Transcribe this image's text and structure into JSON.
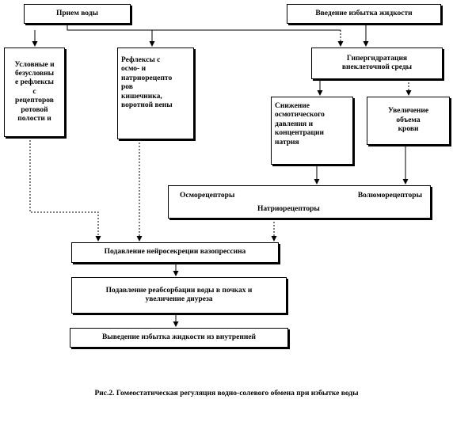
{
  "boxes": {
    "water_intake": "Прием воды",
    "excess_fluid_in": "Введение избытка жидкости",
    "reflexes_oral": "Условные и\nбезусловны\nе рефлексы\nс\nрецепторов\nротовой\nполости и",
    "reflexes_osmo": "Рефлексы с\nосмо- и\nнатриорецепто\nров\nкишечника,\nворотной вены",
    "hyperhydration": "Гипергидратация\nвнеклеточной среды",
    "osmo_decrease": "Снижение\nосмотического\nдавления и\nконцентрации\nнатрия",
    "blood_volume": "Увеличение\nобъема\nкрови",
    "receptors_osmo": "Осморецепторы",
    "receptors_volume": "Волюморецепторы",
    "receptors_natrium": "Натриорецепторы",
    "vasopressin": "Подавление нейросекреции вазопрессина",
    "reabsorption": "Подавление реабсорбации воды в почках и\nувеличение диуреза",
    "excretion": "Выведение избытка жидкости из внутренней"
  },
  "caption": "Рис.2. Гомеостатическая регуляция водно-солевого обмена при избытке воды"
}
